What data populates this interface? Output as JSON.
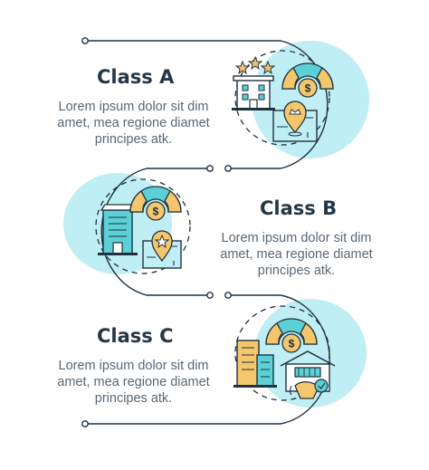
{
  "sections": [
    {
      "title": "Class A",
      "lines": [
        "Lorem ipsum dolor sit dim",
        "amet, mea regione diamet",
        "principes atk."
      ],
      "icons": [
        "hotel-stars-icon",
        "price-gauge-icon",
        "location-map-icon"
      ]
    },
    {
      "title": "Class B",
      "lines": [
        "Lorem ipsum dolor sit dim",
        "amet, mea regione diamet",
        "principes atk."
      ],
      "icons": [
        "office-building-icon",
        "price-gauge-icon",
        "location-map-icon"
      ]
    },
    {
      "title": "Class C",
      "lines": [
        "Lorem ipsum dolor sit dim",
        "amet, mea regione diamet",
        "principes atk."
      ],
      "icons": [
        "buildings-icon",
        "price-gauge-icon",
        "house-handshake-icon"
      ]
    }
  ],
  "colors": {
    "accent": "#bfeef4",
    "gauge_cyan": "#5bd0d6",
    "gauge_yellow": "#f5c76c",
    "outline": "#20313f",
    "text_dark": "#243746",
    "text_body": "#5a6772"
  }
}
